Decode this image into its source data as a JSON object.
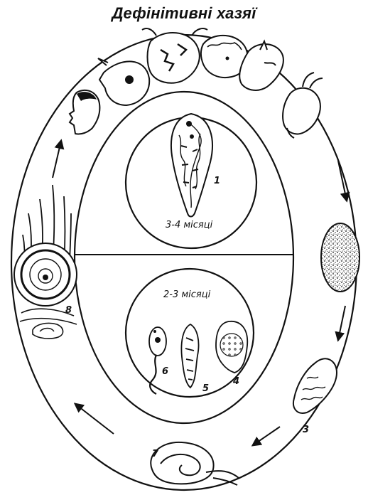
{
  "title": "Дефінітивні хазяї",
  "stages": {
    "adult_duration": "3-4 місяці",
    "larval_duration": "2-3 місяці"
  },
  "labels": {
    "adult": "1",
    "egg": "3",
    "redia": "4",
    "sporocyst": "5",
    "cercaria": "6",
    "snail": "7",
    "adolescaria": "8"
  },
  "colors": {
    "ink": "#111111",
    "paper": "#ffffff"
  }
}
